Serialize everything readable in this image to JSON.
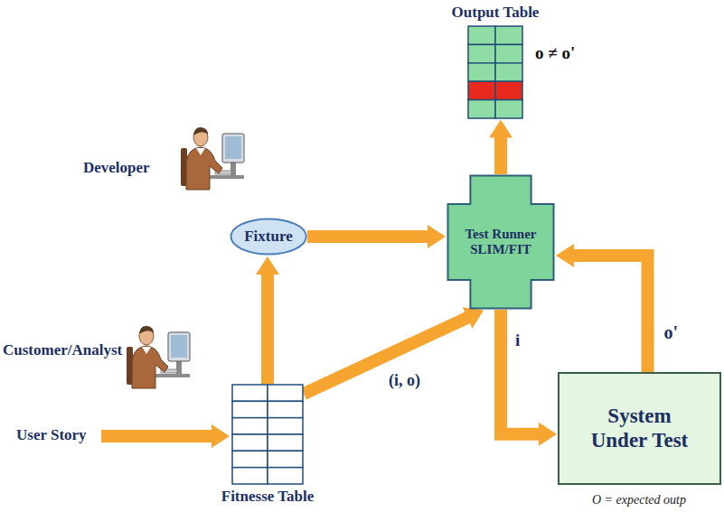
{
  "diagram": {
    "nodes": [
      {
        "text": [
          "Output Table"
        ]
      },
      {
        "text": [
          "Fixture"
        ]
      },
      {
        "text": [
          "Test Runner SLIM/FIT"
        ]
      },
      {
        "text": [
          "Fitnesse Table"
        ]
      },
      {
        "text": [
          "System Under Test"
        ]
      }
    ],
    "edges": [
      {
        "from": 3,
        "to": 1,
        "arrow": "to"
      },
      {
        "from": 1,
        "to": 2,
        "arrow": "to"
      },
      {
        "from": 3,
        "to": 2,
        "label": "(i, o)",
        "arrow": "to"
      },
      {
        "from": 2,
        "to": 4,
        "label": "i",
        "arrow": "to"
      },
      {
        "from": 4,
        "to": 2,
        "label": "o'",
        "arrow": "to"
      },
      {
        "from": 2,
        "to": 0,
        "arrow": "to"
      }
    ],
    "labels": [
      "o ≠ o'",
      "Developer",
      "Customer/Analyst",
      "User Story",
      "O = expected outp"
    ]
  }
}
